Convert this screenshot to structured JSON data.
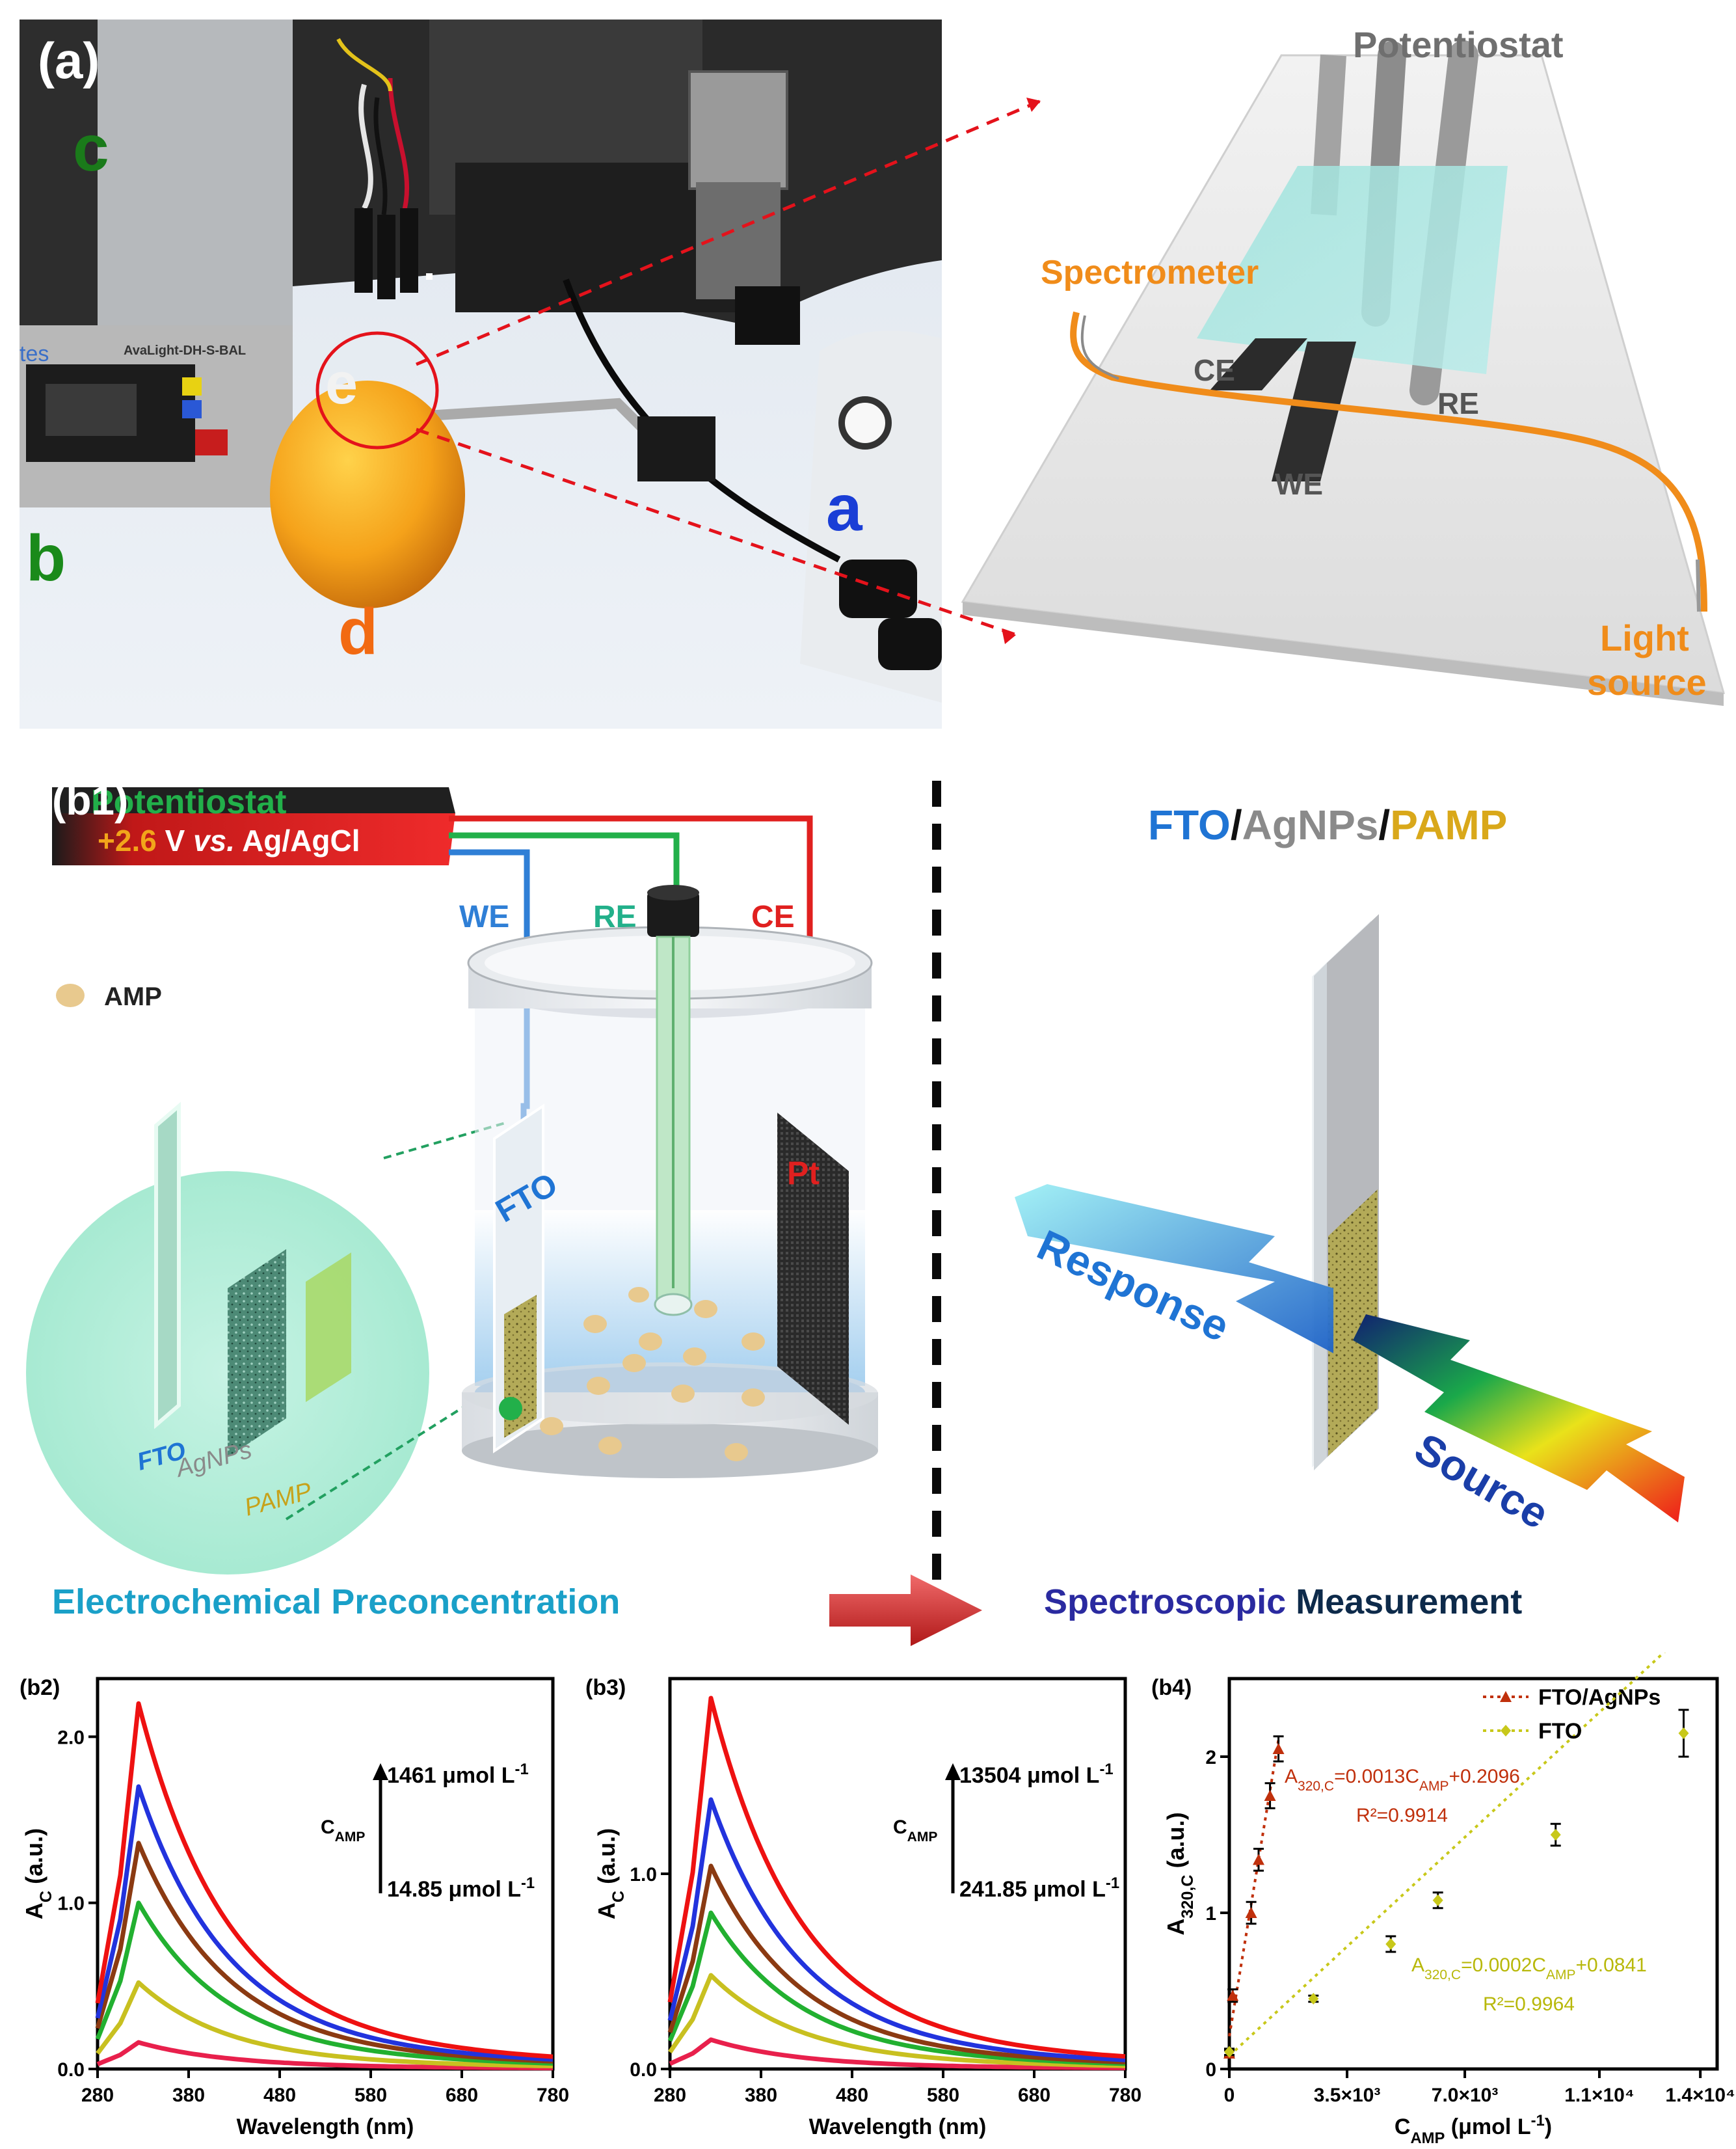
{
  "panel_a": {
    "label": "(a)",
    "photo_labels": {
      "a": "a",
      "b": "b",
      "c": "c",
      "d": "d",
      "e": "e"
    },
    "lamp_label": "AvaLight-DH-S-BAL",
    "brand_fragment": "tes",
    "schematic": {
      "potentiostat": "Potentiostat",
      "spectrometer": "Spectrometer",
      "ce": "CE",
      "re": "RE",
      "we": "WE",
      "light_source_line1": "Light",
      "light_source_line2": "source"
    }
  },
  "panel_b1": {
    "label": "(b1)",
    "potentiostat": "Potentiostat",
    "potential_value": "+2.6",
    "potential_rest": " V ",
    "potential_vs": "vs.",
    "potential_ref": " Ag/AgCl",
    "we": "WE",
    "re": "RE",
    "ce": "CE",
    "amp": "AMP",
    "fto": "FTO",
    "pt": "Pt",
    "inset_fto": "FTO",
    "inset_agnps": "AgNPs",
    "inset_pamp": "PAMP",
    "electrode_title": {
      "fto": "FTO",
      "sep1": "/",
      "agnps": "AgNPs",
      "sep2": "/",
      "pamp": "PAMP"
    },
    "response": "Response",
    "source": "Source",
    "step1": "Electrochemical Preconcentration",
    "step2_part1": "Spectroscopic",
    "step2_part2": " Measurement"
  },
  "colors": {
    "red_wire": "#e0201f",
    "green_wire": "#22b04a",
    "blue_wire": "#2f7fd6",
    "fto_blue": "#1f74d4",
    "agnps_grey": "#8a8a8a",
    "pamp_gold": "#d9a81a"
  },
  "chart_data": [
    {
      "id": "b2",
      "type": "line",
      "label": "(b2)",
      "xlabel": "Wavelength (nm)",
      "ylabel_main": "A",
      "ylabel_sub": "C",
      "ylabel_unit": " (a.u.)",
      "xlim": [
        280,
        780
      ],
      "ylim": [
        0,
        2.35
      ],
      "xticks": [
        280,
        380,
        480,
        580,
        680,
        780
      ],
      "yticks": [
        0.0,
        1.0,
        2.0
      ],
      "ytick_labels": [
        "0.0",
        "1.0",
        "2.0"
      ],
      "arrow_label": "C",
      "arrow_label_sub": "AMP",
      "arrow_top": "1461 μmol L",
      "arrow_top_sup": "-1",
      "arrow_bottom": "14.85 μmol L",
      "arrow_bottom_sup": "-1",
      "series": [
        {
          "color": "#e8204c",
          "peak": 0.16
        },
        {
          "color": "#c8c020",
          "peak": 0.52
        },
        {
          "color": "#22b030",
          "peak": 1.0
        },
        {
          "color": "#8b3a12",
          "peak": 1.36
        },
        {
          "color": "#2233dd",
          "peak": 1.7
        },
        {
          "color": "#ee1111",
          "peak": 2.2
        }
      ]
    },
    {
      "id": "b3",
      "type": "line",
      "label": "(b3)",
      "xlabel": "Wavelength (nm)",
      "ylabel_main": "A",
      "ylabel_sub": "C",
      "ylabel_unit": " (a.u.)",
      "xlim": [
        280,
        780
      ],
      "ylim": [
        0,
        2.0
      ],
      "xticks": [
        280,
        380,
        480,
        580,
        680,
        780
      ],
      "yticks": [
        0.0,
        1.0
      ],
      "ytick_labels": [
        "0.0",
        "1.0"
      ],
      "arrow_label": "C",
      "arrow_label_sub": "AMP",
      "arrow_top": "13504 μmol L",
      "arrow_top_sup": "-1",
      "arrow_bottom": "241.85 μmol L",
      "arrow_bottom_sup": "-1",
      "series": [
        {
          "color": "#e8204c",
          "peak": 0.15
        },
        {
          "color": "#c8c020",
          "peak": 0.48
        },
        {
          "color": "#22b030",
          "peak": 0.8
        },
        {
          "color": "#8b3a12",
          "peak": 1.04
        },
        {
          "color": "#2233dd",
          "peak": 1.38
        },
        {
          "color": "#ee1111",
          "peak": 1.9
        }
      ]
    },
    {
      "id": "b4",
      "type": "scatter",
      "label": "(b4)",
      "xlabel_main": "C",
      "xlabel_sub": "AMP",
      "xlabel_unit": " (μmol L",
      "xlabel_sup": "-1",
      "xlabel_end": ")",
      "ylabel_main": "A",
      "ylabel_sub": "320,C",
      "ylabel_unit": " (a.u.)",
      "xlim": [
        0,
        14500
      ],
      "ylim": [
        0,
        2.5
      ],
      "xticks": [
        0,
        3500,
        7000,
        11000,
        14000
      ],
      "xtick_labels": [
        "0",
        "3.5×10³",
        "7.0×10³",
        "1.1×10⁴",
        "1.4×10⁴"
      ],
      "yticks": [
        0,
        1,
        2
      ],
      "ytick_labels": [
        "0",
        "1",
        "2"
      ],
      "series": [
        {
          "name": "FTO/AgNPs",
          "color": "#c0300c",
          "marker": "triangle",
          "x": [
            0,
            100,
            650,
            870,
            1210,
            1461
          ],
          "y": [
            0.1,
            0.47,
            1.0,
            1.34,
            1.75,
            2.05
          ],
          "err": [
            0.02,
            0.04,
            0.07,
            0.07,
            0.08,
            0.08
          ],
          "fit_slope": 0.0013,
          "fit_intercept": 0.2096,
          "equation": {
            "a": "A",
            "a_sub": "320,C",
            "mid": "=0.0013C",
            "c_sub": "AMP",
            "end": "+0.2096"
          },
          "r2": "R²=0.9914"
        },
        {
          "name": "FTO",
          "color": "#c8c81a",
          "marker": "diamond",
          "x": [
            0,
            2500,
            4800,
            6200,
            9700,
            13504
          ],
          "y": [
            0.11,
            0.45,
            0.8,
            1.08,
            1.5,
            2.15
          ],
          "err": [
            0.02,
            0.02,
            0.05,
            0.05,
            0.07,
            0.15
          ],
          "fit_slope": 0.0002,
          "fit_intercept": 0.0841,
          "equation": {
            "a": "A",
            "a_sub": "320,C",
            "mid": "=0.0002C",
            "c_sub": "AMP",
            "end": "+0.0841"
          },
          "r2": "R²=0.9964"
        }
      ]
    }
  ]
}
